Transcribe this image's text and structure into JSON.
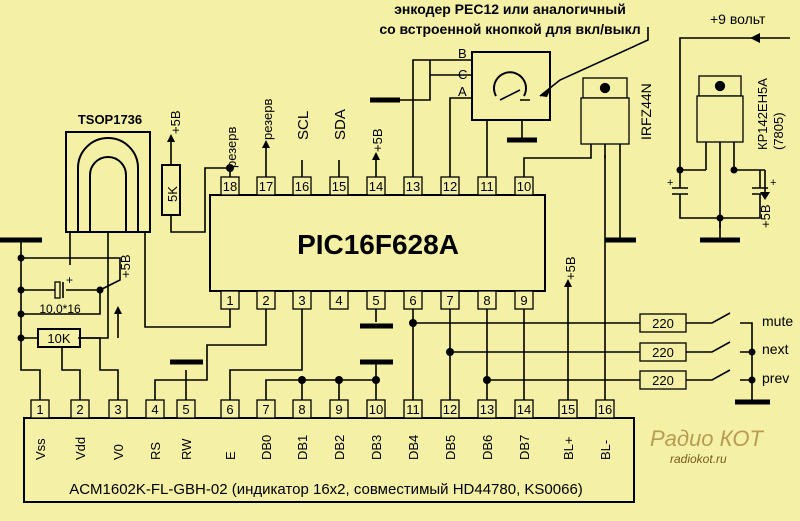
{
  "colors": {
    "background": "#f4f0a6",
    "ink": "#000000",
    "watermark": "#b89c52"
  },
  "mcu": {
    "name": "PIC16F628A",
    "top_pins": [
      "18",
      "17",
      "16",
      "15",
      "14",
      "13",
      "12",
      "11",
      "10"
    ],
    "bottom_pins": [
      "1",
      "2",
      "3",
      "4",
      "5",
      "6",
      "7",
      "8",
      "9"
    ],
    "top_labels": [
      "резерв",
      "резерв",
      "SCL",
      "SDA",
      "+5В"
    ]
  },
  "lcd": {
    "caption": "ACM1602K-FL-GBH-02 (индикатор 16x2, совместимый HD44780, KS0066)",
    "pins": [
      {
        "num": "1",
        "name": "Vss"
      },
      {
        "num": "2",
        "name": "Vdd"
      },
      {
        "num": "3",
        "name": "V0"
      },
      {
        "num": "4",
        "name": "RS"
      },
      {
        "num": "5",
        "name": "RW"
      },
      {
        "num": "6",
        "name": "E"
      },
      {
        "num": "7",
        "name": "DB0"
      },
      {
        "num": "8",
        "name": "DB1"
      },
      {
        "num": "9",
        "name": "DB2"
      },
      {
        "num": "10",
        "name": "DB3"
      },
      {
        "num": "11",
        "name": "DB4"
      },
      {
        "num": "12",
        "name": "DB5"
      },
      {
        "num": "13",
        "name": "DB6"
      },
      {
        "num": "14",
        "name": "DB7"
      },
      {
        "num": "15",
        "name": "BL+"
      },
      {
        "num": "16",
        "name": "BL-"
      }
    ]
  },
  "ir": {
    "name": "TSOP1736"
  },
  "components": {
    "r_pullup": "5K",
    "r_contrast": "10K",
    "cap": "10,0*16",
    "button_resistors": [
      "220",
      "220",
      "220"
    ],
    "buttons": [
      "mute",
      "next",
      "prev"
    ],
    "mosfet": "IRFZ44N",
    "regulator": "КР142ЕН5А",
    "regulator_alt": "(7805)"
  },
  "encoder": {
    "title_line1": "энкодер PEC12 или аналогичный",
    "title_line2": "со встроенной кнопкой для вкл/выкл",
    "pins": [
      "B",
      "C",
      "A"
    ]
  },
  "power": {
    "input": "+9 вольт",
    "plus5": "+5В"
  },
  "watermark": {
    "logo": "Радио КОТ",
    "url": "radiokot.ru"
  }
}
